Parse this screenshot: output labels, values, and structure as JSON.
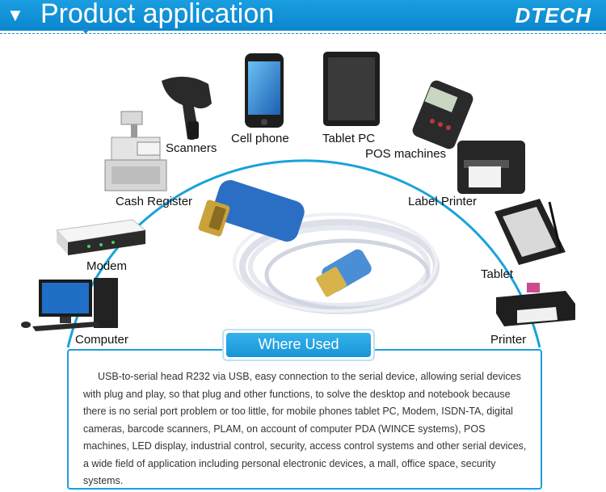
{
  "header": {
    "arrow": "▼",
    "title": "Product application",
    "logo": "DTECH"
  },
  "devices": {
    "scanners": "Scanners",
    "cell_phone": "Cell phone",
    "tablet_pc": "Tablet PC",
    "pos_machines": "POS machines",
    "cash_register": "Cash Register",
    "label_printer": "Label Printer",
    "modem": "Modem",
    "tablet": "Tablet",
    "computer": "Computer",
    "printer": "Printer"
  },
  "panel": {
    "badge": "Where Used",
    "text": "USB-to-serial head R232 via USB, easy connection to the serial device, allowing serial devices with plug and play, so that plug and other functions, to solve the desktop and notebook because there is no serial port problem or too little, for mobile phones tablet PC, Modem, ISDN-TA, digital cameras, barcode scanners, PLAM, on account of computer PDA (WINCE systems), POS machines, LED display, industrial control, security, access control systems and other serial devices, a wide field of application including personal electronic devices, a mall, office space, security systems."
  },
  "colors": {
    "accent": "#1a9ee0",
    "arc": "#1aa3d8"
  }
}
